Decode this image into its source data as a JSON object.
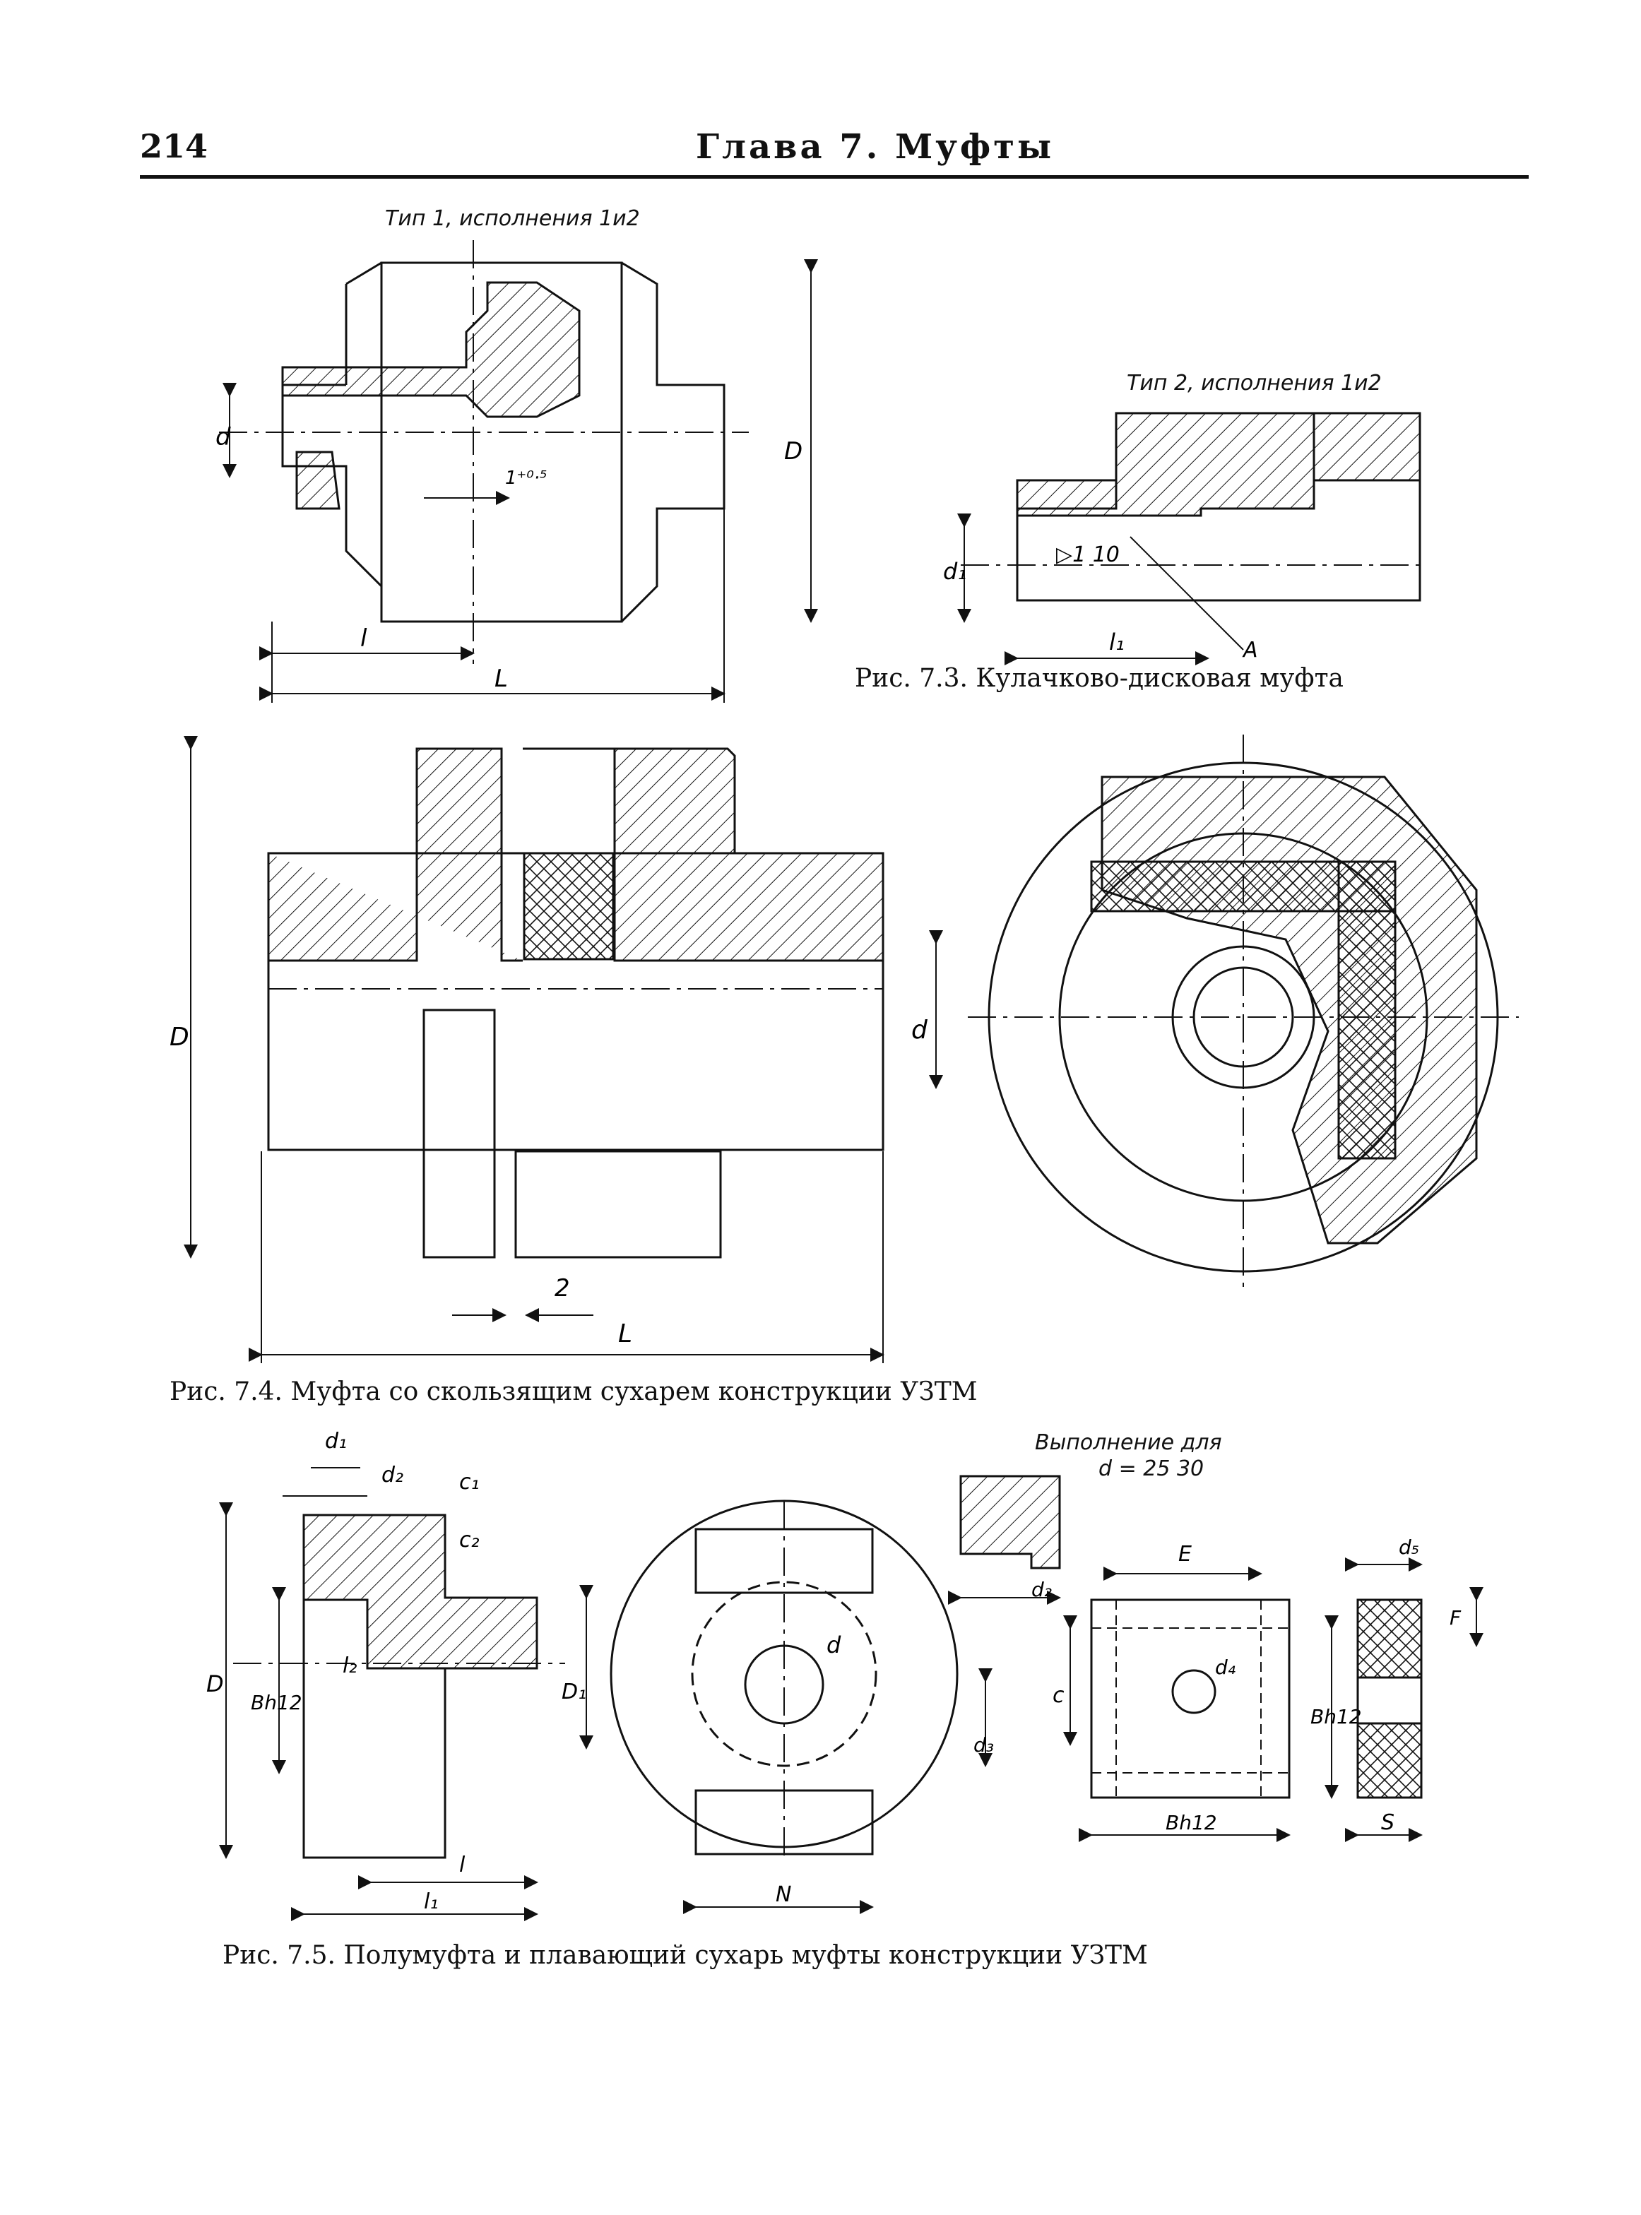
{
  "header": {
    "page_number": "214",
    "chapter_title": "Глава 7. Муфты"
  },
  "fig_7_3": {
    "caption": "Рис. 7.3. Кулачково-дисковая муфта",
    "type1_note": "Тип 1, исполнения 1и2",
    "type2_note": "Тип 2, исполнения 1и2",
    "labels": {
      "d": "d",
      "D": "D",
      "l": "l",
      "L": "L",
      "tol": "1⁺⁰·⁵",
      "d1": "d₁",
      "l1": "l₁",
      "taper": "▷1 10",
      "A": "A"
    }
  },
  "fig_7_4": {
    "caption": "Рис. 7.4. Муфта со скользящим сухарем конструкции УЗТМ",
    "labels": {
      "D": "D",
      "d": "d",
      "gap": "2",
      "L": "L"
    }
  },
  "fig_7_5": {
    "caption": "Рис. 7.5. Полумуфта и плавающий сухарь муфты конструкции УЗТМ",
    "note_line1": "Выполнение для",
    "note_line2": "d = 25 30",
    "labels": {
      "d1": "d₁",
      "d2": "d₂",
      "c1": "c₁",
      "c2": "c₂",
      "D": "D",
      "Bh12": "Bh12",
      "l2": "l₂",
      "D1": "D₁",
      "l": "l",
      "l1": "l₁",
      "d": "d",
      "d3": "d₃",
      "N": "N",
      "d2b": "d₂",
      "E": "E",
      "d4": "d₄",
      "c": "c",
      "Bh12b": "Bh12",
      "Bh12c": "Bh12",
      "d5": "d₅",
      "F": "F",
      "S": "S"
    }
  }
}
